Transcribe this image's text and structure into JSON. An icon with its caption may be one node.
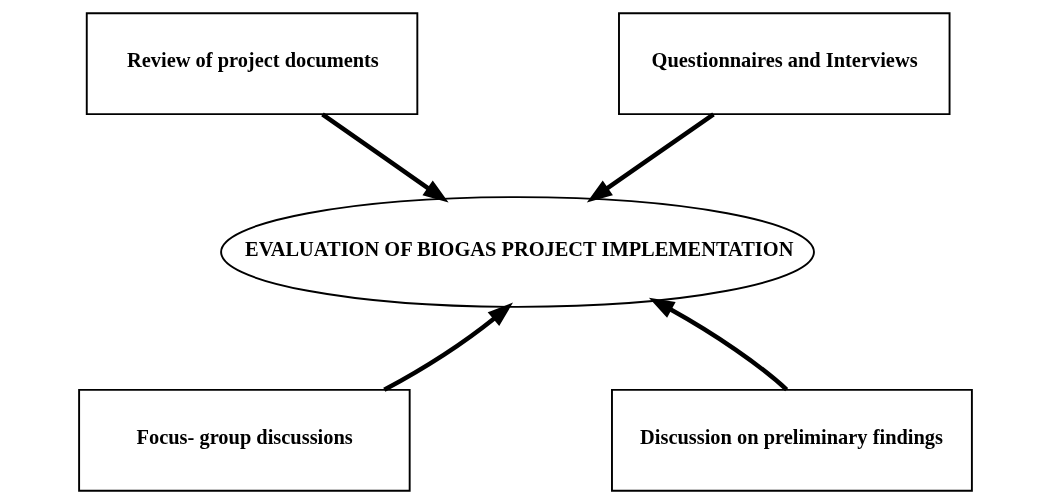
{
  "diagram": {
    "nodes": [
      {
        "text": [
          "Review of project documents"
        ]
      },
      {
        "text": [
          "Questionnaires and Interviews"
        ]
      },
      {
        "text": [
          "EVALUATION OF BIOGAS PROJECT IMPLEMENTATION"
        ]
      },
      {
        "text": [
          "Focus- group discussions"
        ]
      },
      {
        "text": [
          "Discussion on preliminary findings"
        ]
      }
    ],
    "edges": [
      {
        "from": 0,
        "to": 2,
        "arrow": "to"
      },
      {
        "from": 1,
        "to": 2,
        "arrow": "to"
      },
      {
        "from": 3,
        "to": 2,
        "arrow": "to"
      },
      {
        "from": 4,
        "to": 2,
        "arrow": "to"
      }
    ]
  }
}
